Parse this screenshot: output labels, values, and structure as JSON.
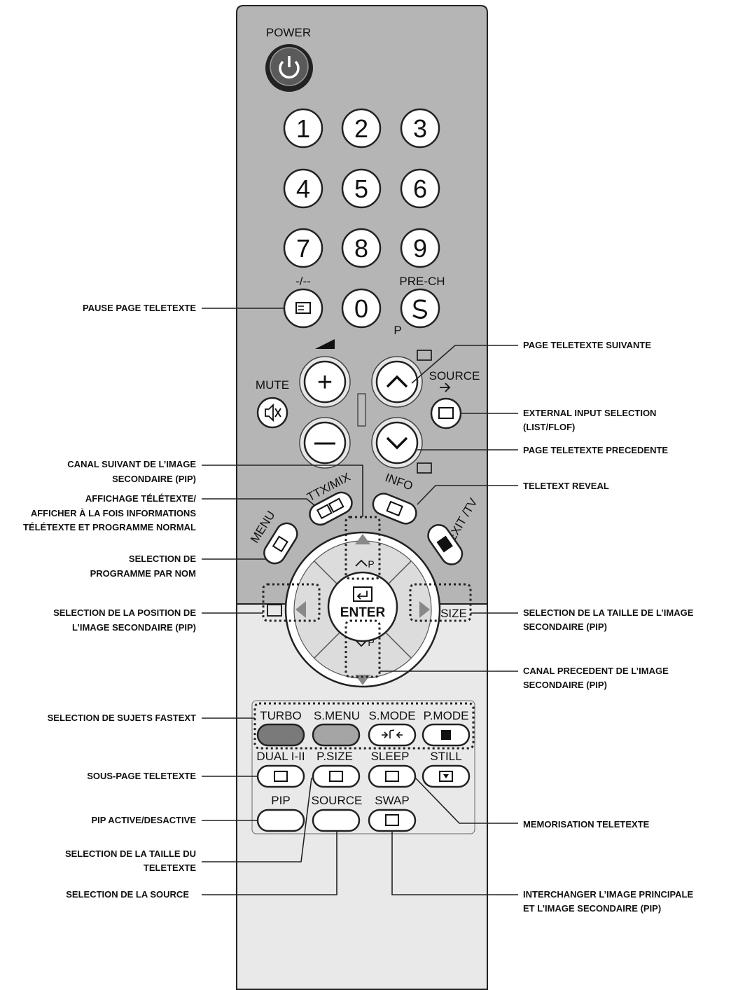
{
  "remote": {
    "power_label": "POWER",
    "digits": [
      "1",
      "2",
      "3",
      "4",
      "5",
      "6",
      "7",
      "8",
      "9",
      "0"
    ],
    "dash_label": "-/--",
    "prech_label": "PRE-CH",
    "mute_label": "MUTE",
    "p_label": "P",
    "source_label": "SOURCE",
    "ttx_label": "TTX/MIX",
    "info_label": "INFO",
    "menu_label": "MENU",
    "exit_label": "EXIT /TV",
    "enter_label": "ENTER",
    "up_p_label": "P",
    "down_p_label": "P",
    "size_label": "SIZE",
    "color_labels": [
      "TURBO",
      "S.MENU",
      "S.MODE",
      "P.MODE"
    ],
    "row2_labels": [
      "DUAL I-II",
      "P.SIZE",
      "SLEEP",
      "STILL"
    ],
    "row3_labels": [
      "PIP",
      "SOURCE",
      "SWAP"
    ]
  },
  "annotations": {
    "pause": "PAUSE PAGE TELETEXTE",
    "next_page": "PAGE TELETEXTE SUIVANTE",
    "ext_input_1": "EXTERNAL INPUT SELECTION",
    "ext_input_2": "(LIST/FLOF)",
    "prev_page": "PAGE TELETEXTE PRECEDENTE",
    "pip_next_1": "CANAL SUIVANT DE L’IMAGE",
    "pip_next_2": "SECONDAIRE (PIP)",
    "teletext_reveal": "TELETEXT REVEAL",
    "ttx_display_1": "AFFICHAGE TÉLÉTEXTE/",
    "ttx_display_2": "AFFICHER À LA FOIS INFORMATIONS",
    "ttx_display_3": "TÉLÉTEXTE ET PROGRAMME NORMAL",
    "prog_select_1": "SELECTION DE",
    "prog_select_2": "PROGRAMME PAR NOM",
    "pip_pos_1": "SELECTION DE LA POSITION DE",
    "pip_pos_2": "L’IMAGE SECONDAIRE (PIP)",
    "pip_size_1": "SELECTION DE LA TAILLE DE L’IMAGE",
    "pip_size_2": "SECONDAIRE (PIP)",
    "pip_prev_1": "CANAL PRECEDENT DE L’IMAGE",
    "pip_prev_2": "SECONDAIRE (PIP)",
    "fastext": "SELECTION DE SUJETS FASTEXT",
    "subpage": "SOUS-PAGE TELETEXTE",
    "pip_onoff": "PIP ACTIVE/DESACTIVE",
    "memo": "MEMORISATION TELETEXTE",
    "ttx_size_1": "SELECTION DE LA TAILLE DU",
    "ttx_size_2": "TELETEXTE",
    "source_sel": "SELECTION DE LA SOURCE",
    "swap_1": "INTERCHANGER L’IMAGE PRINCIPALE",
    "swap_2": "ET L’IMAGE SECONDAIRE (PIP)"
  }
}
